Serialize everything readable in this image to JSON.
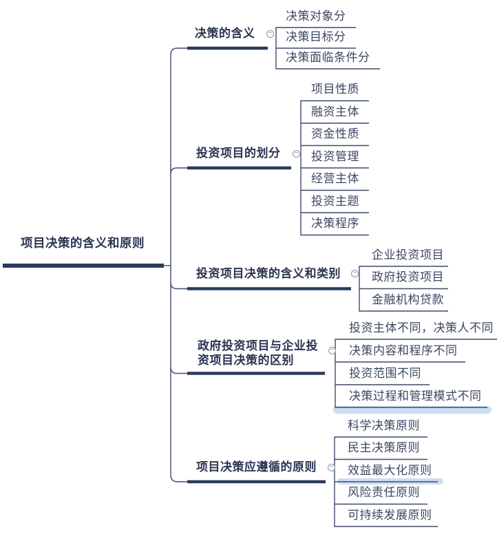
{
  "root": {
    "label": "项目决策的含义和原则"
  },
  "branches": [
    {
      "label": "决策的含义",
      "children": [
        "决策对象分",
        "决策目标分",
        "决策面临条件分"
      ]
    },
    {
      "label": "投资项目的划分",
      "children": [
        "项目性质",
        "融资主体",
        "资金性质",
        "投资管理",
        "经营主体",
        "投资主题",
        "决策程序"
      ]
    },
    {
      "label": "投资项目决策的含义和类别",
      "children": [
        "企业投资项目",
        "政府投资项目",
        "金融机构贷款"
      ]
    },
    {
      "label": "政府投资项目与企业投资项目决策的区别",
      "children": [
        "投资主体不同，决策人不同",
        "决策内容和程序不同",
        "投资范围不同",
        "决策过程和管理模式不同"
      ]
    },
    {
      "label": "项目决策应遵循的原则",
      "children": [
        "科学决策原则",
        "民主决策原则",
        "效益最大化原则",
        "风险责任原则",
        "可持续发展原则"
      ]
    }
  ],
  "icons": {
    "collapse_glyph": "−"
  },
  "selection": {
    "highlighted_subtopics": [
      "决策过程和管理模式不同",
      "效益最大化原则"
    ]
  },
  "colors": {
    "connector_line": "#3E4A68",
    "branch_bar": "#2B3A5E",
    "topic_text": "#2B3450",
    "subtopic_text": "#3C4662",
    "selection_highlight": "#CBDEF3",
    "collapse_border": "#8590A9",
    "background": "#FFFFFF"
  }
}
